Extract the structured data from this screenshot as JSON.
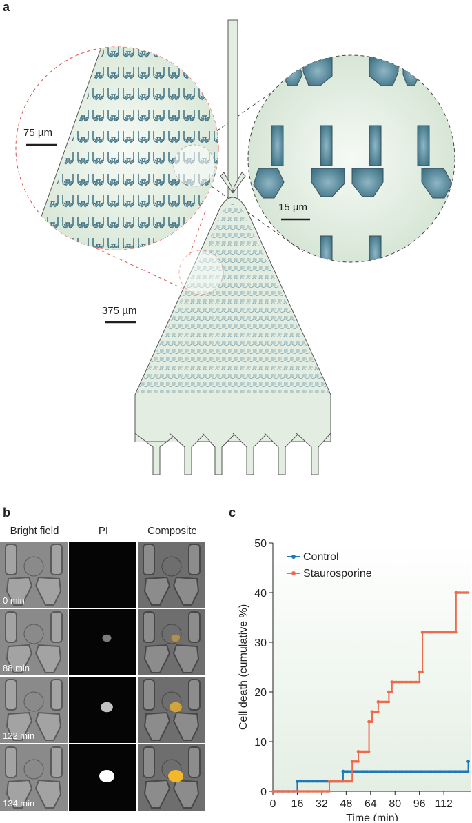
{
  "panels": {
    "a": {
      "letter": "a",
      "scale_bars": {
        "left_zoom": "75 µm",
        "right_zoom": "15 µm",
        "main": "375 µm"
      }
    },
    "b": {
      "letter": "b",
      "columns": [
        "Bright field",
        "PI",
        "Composite"
      ],
      "time_labels": [
        "0 min",
        "88 min",
        "122 min",
        "134 min"
      ],
      "pi_intensity": [
        0.0,
        0.25,
        0.65,
        1.0
      ]
    },
    "c": {
      "letter": "c"
    }
  },
  "colors": {
    "device_fill": "#e3ede2",
    "trap_blue": "#4f8093",
    "zoom_left_ring": "#e0524b",
    "zoom_right_ring": "#555555",
    "control": "#1f78b4",
    "staurosporine": "#ef6a4c",
    "composite_yellow": "#f2b829"
  },
  "chart_data": {
    "type": "line",
    "xlabel": "Time (min)",
    "ylabel": "Cell death (cumulative %)",
    "xlim": [
      0,
      130
    ],
    "ylim": [
      0,
      50
    ],
    "xticks": [
      0,
      16,
      32,
      48,
      64,
      80,
      96,
      112
    ],
    "yticks": [
      0,
      10,
      20,
      30,
      40,
      50
    ],
    "grid": false,
    "legend": "top-left",
    "series": [
      {
        "name": "Control",
        "color": "#1f78b4",
        "marker": "dot",
        "step_points": [
          [
            0,
            0
          ],
          [
            16,
            0
          ],
          [
            16,
            2
          ],
          [
            46,
            2
          ],
          [
            46,
            4
          ],
          [
            128,
            4
          ],
          [
            128,
            6
          ]
        ]
      },
      {
        "name": "Staurosporine",
        "color": "#ef6a4c",
        "marker": "dot",
        "step_points": [
          [
            0,
            0
          ],
          [
            37,
            0
          ],
          [
            37,
            2
          ],
          [
            52,
            2
          ],
          [
            52,
            6
          ],
          [
            56,
            6
          ],
          [
            56,
            8
          ],
          [
            63,
            8
          ],
          [
            63,
            14
          ],
          [
            65,
            14
          ],
          [
            65,
            16
          ],
          [
            69,
            16
          ],
          [
            69,
            18
          ],
          [
            76,
            18
          ],
          [
            76,
            20
          ],
          [
            78,
            20
          ],
          [
            78,
            22
          ],
          [
            96,
            22
          ],
          [
            96,
            24
          ],
          [
            98,
            24
          ],
          [
            98,
            32
          ],
          [
            120,
            32
          ],
          [
            120,
            40
          ],
          [
            128,
            40
          ]
        ]
      }
    ]
  }
}
